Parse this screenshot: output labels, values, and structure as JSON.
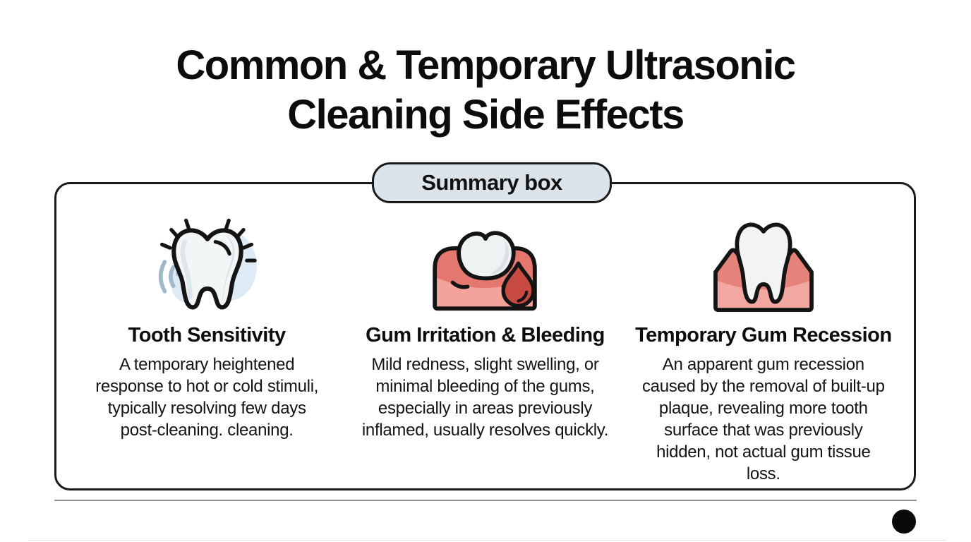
{
  "title": {
    "lines": [
      "Common & Temporary Ultrasonic",
      "Cleaning Side Effects"
    ]
  },
  "summary_label": "Summary box",
  "columns": [
    {
      "icon": "sensitive-tooth-icon",
      "heading": "Tooth Sensitivity",
      "body": "A temporary heightened response to hot or cold stimuli, typically resolving few days post-cleaning. cleaning."
    },
    {
      "icon": "gum-bleeding-icon",
      "heading": "Gum Irritation & Bleeding",
      "body": "Mild redness, slight swelling, or minimal bleeding of the gums, especially in areas previously inflamed, usually resolves quickly."
    },
    {
      "icon": "gum-recession-icon",
      "heading": "Temporary Gum Recession",
      "body": "An apparent gum recession caused by the removal of built-up plaque, revealing more tooth surface that was previously hidden, not actual gum tissue loss."
    }
  ],
  "colors": {
    "pill_fill": "#dbe4ea",
    "outline": "#1a1a1a",
    "tooth_fill": "#f3f6f7",
    "tooth_shade": "#d9e2e7",
    "glow_blue": "#dcebf5",
    "wave_blue": "#9fb9cb",
    "gum_light": "#f2a39b",
    "gum_dark": "#e5786e",
    "blood_red": "#c94a42",
    "divider_gray": "#8f8f8f",
    "dot_black": "#0a0a0a"
  }
}
